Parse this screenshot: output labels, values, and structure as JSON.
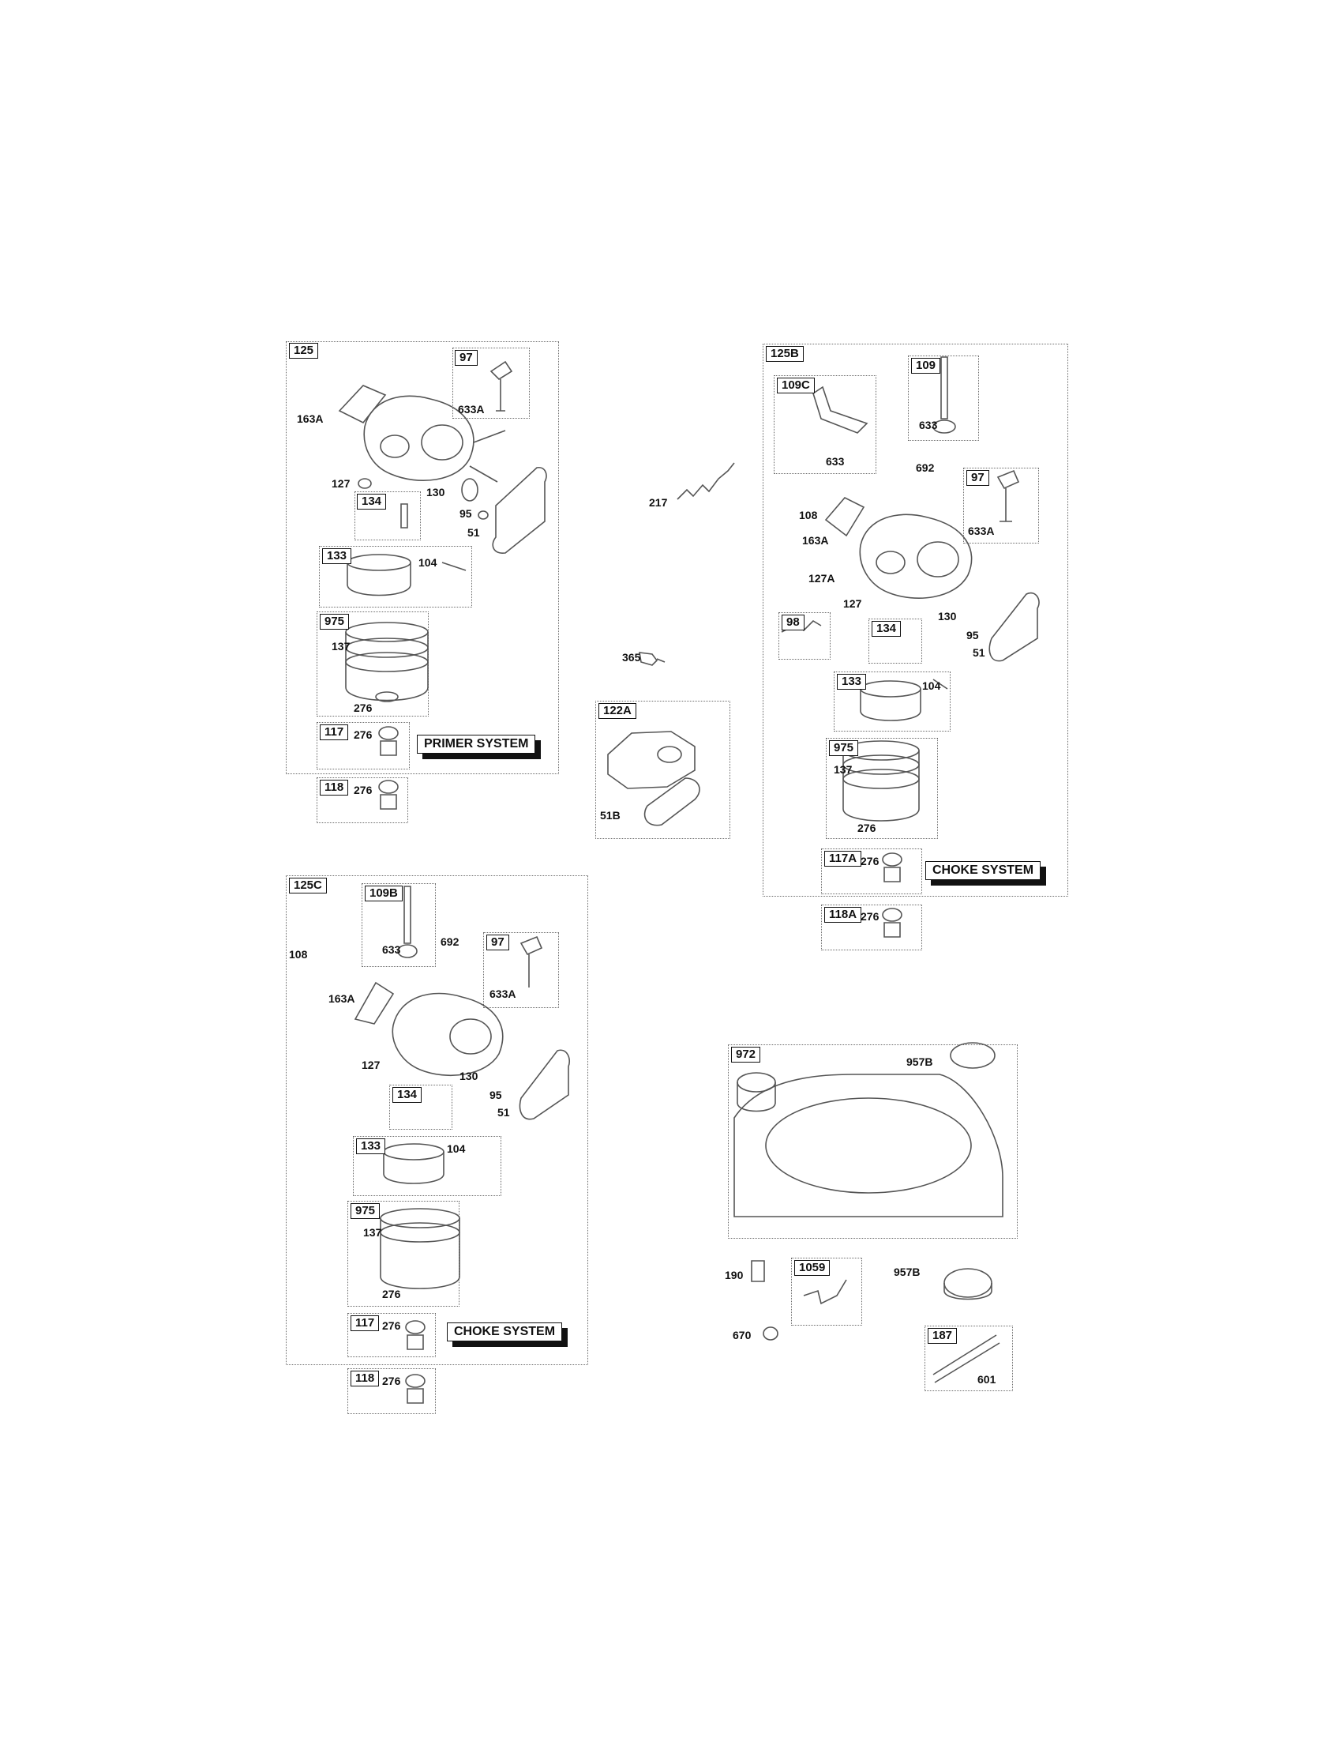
{
  "diagram": {
    "tags": [
      "125",
      "97",
      "134",
      "133",
      "975",
      "117",
      "118",
      "125B",
      "109C",
      "109",
      "97",
      "98",
      "134",
      "133",
      "975",
      "117A",
      "118A",
      "122A",
      "125C",
      "109B",
      "97",
      "134",
      "133",
      "975",
      "117",
      "118",
      "972",
      "1059",
      "187"
    ],
    "labels": [
      "163A",
      "633A",
      "127",
      "130",
      "95",
      "51",
      "104",
      "137",
      "276",
      "276",
      "276",
      "217",
      "365",
      "51B",
      "633",
      "633",
      "692",
      "108",
      "163A",
      "633A",
      "127A",
      "127",
      "130",
      "95",
      "51",
      "104",
      "137",
      "276",
      "276",
      "276",
      "108",
      "633",
      "692",
      "163A",
      "633A",
      "127",
      "130",
      "95",
      "51",
      "104",
      "137",
      "276",
      "276",
      "276",
      "957B",
      "190",
      "670",
      "957B",
      "601"
    ],
    "systems": [
      "PRIMER SYSTEM",
      "CHOKE SYSTEM",
      "CHOKE SYSTEM"
    ]
  }
}
